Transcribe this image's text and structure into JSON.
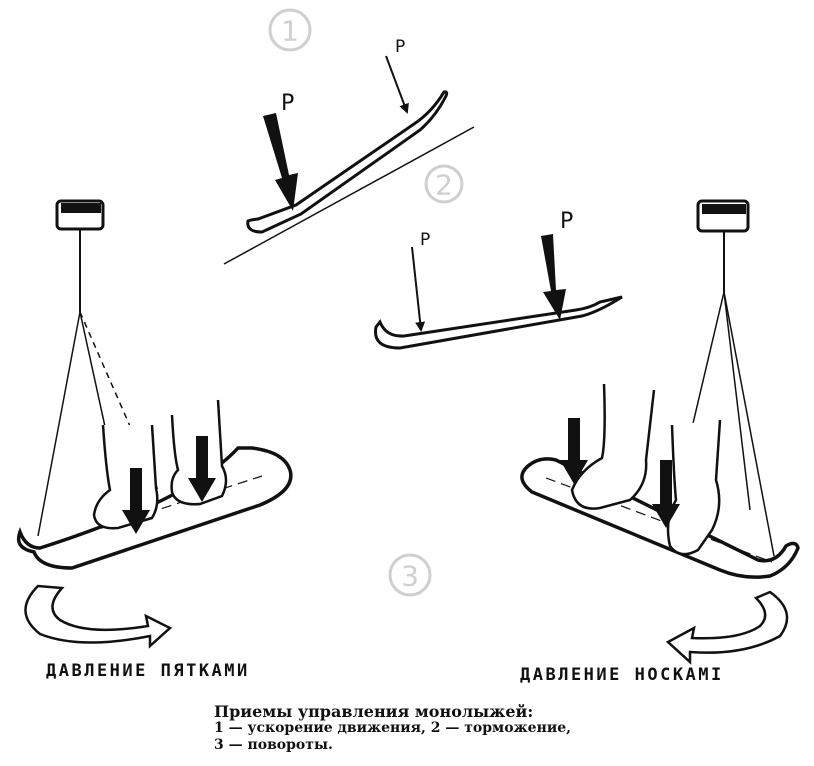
{
  "badges": {
    "one": "1",
    "two": "2",
    "three": "3"
  },
  "force_label": "P",
  "labels": {
    "heels": "ДАВЛЕНИЕ ПЯТКАМИ",
    "toes": "ДАВЛЕНИЕ НОСКАМI"
  },
  "caption": {
    "title": "Приемы управления монолыжей:",
    "line1": "1 — ускорение движения, 2 — торможение,",
    "line2": "3 — повороты."
  },
  "colors": {
    "ink": "#111111",
    "badge": "#cfcfcf",
    "background": "#ffffff"
  }
}
